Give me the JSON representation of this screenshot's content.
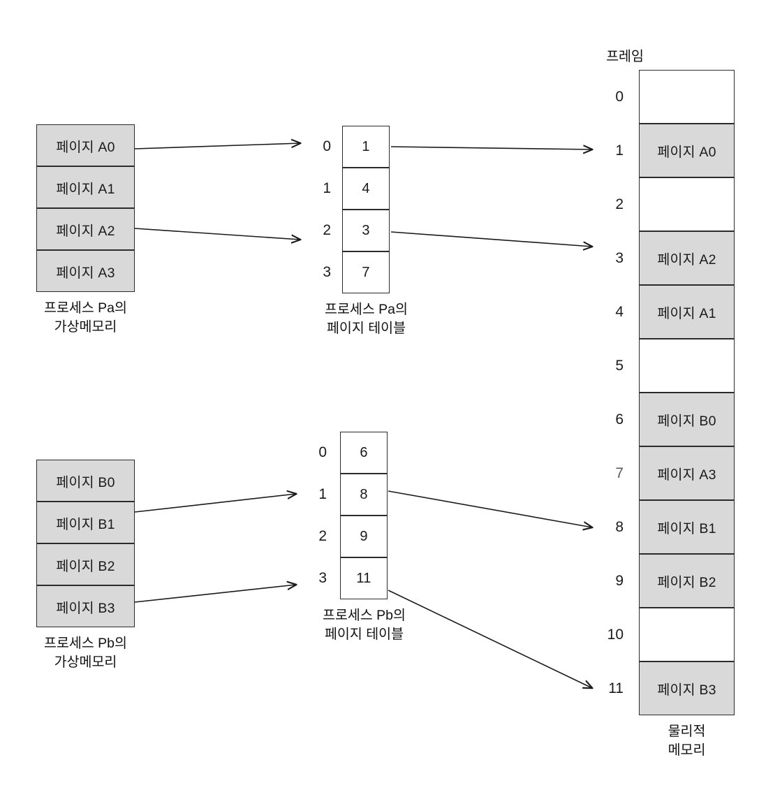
{
  "diagram": {
    "title_frame_header": "프레임",
    "physical_memory_caption": "물리적\n메모리",
    "processes": [
      {
        "id": "pa",
        "virtual_memory": {
          "caption": "프로세스 Pa의\n가상메모리",
          "pages": [
            "페이지 A0",
            "페이지 A1",
            "페이지 A2",
            "페이지 A3"
          ]
        },
        "page_table": {
          "caption": "프로세스 Pa의\n페이지 테이블",
          "indices": [
            "0",
            "1",
            "2",
            "3"
          ],
          "entries": [
            "1",
            "4",
            "3",
            "7"
          ]
        },
        "mappings": [
          {
            "from_page": "페이지 A0",
            "to_index": "0",
            "frame": "1"
          },
          {
            "from_page": "페이지 A2",
            "to_index": "2",
            "frame": "3"
          }
        ]
      },
      {
        "id": "pb",
        "virtual_memory": {
          "caption": "프로세스 Pb의\n가상메모리",
          "pages": [
            "페이지 B0",
            "페이지 B1",
            "페이지 B2",
            "페이지 B3"
          ]
        },
        "page_table": {
          "caption": "프로세스 Pb의\n페이지 테이블",
          "indices": [
            "0",
            "1",
            "2",
            "3"
          ],
          "entries": [
            "6",
            "8",
            "9",
            "11"
          ]
        },
        "mappings": [
          {
            "from_page": "페이지 B1",
            "to_index": "1",
            "frame": "8"
          },
          {
            "from_page": "페이지 B3",
            "to_index": "3",
            "frame": "11"
          }
        ]
      }
    ],
    "physical_memory": {
      "frames": [
        {
          "number": "0",
          "content": "",
          "occupied": false,
          "dim_number": false
        },
        {
          "number": "1",
          "content": "페이지 A0",
          "occupied": true,
          "dim_number": false
        },
        {
          "number": "2",
          "content": "",
          "occupied": false,
          "dim_number": false
        },
        {
          "number": "3",
          "content": "페이지 A2",
          "occupied": true,
          "dim_number": false
        },
        {
          "number": "4",
          "content": "페이지 A1",
          "occupied": true,
          "dim_number": false
        },
        {
          "number": "5",
          "content": "",
          "occupied": false,
          "dim_number": false
        },
        {
          "number": "6",
          "content": "페이지 B0",
          "occupied": true,
          "dim_number": false
        },
        {
          "number": "7",
          "content": "페이지 A3",
          "occupied": true,
          "dim_number": true
        },
        {
          "number": "8",
          "content": "페이지 B1",
          "occupied": true,
          "dim_number": false
        },
        {
          "number": "9",
          "content": "페이지 B2",
          "occupied": true,
          "dim_number": false
        },
        {
          "number": "10",
          "content": "",
          "occupied": false,
          "dim_number": false
        },
        {
          "number": "11",
          "content": "페이지 B3",
          "occupied": true,
          "dim_number": false
        }
      ]
    },
    "colors": {
      "occupied_fill": "#d9d9d9",
      "empty_fill": "#ffffff",
      "border": "#2b2b2b",
      "text": "#1a1a1a",
      "dim_text": "#5b5b5b",
      "arrow": "#1a1a1a"
    }
  }
}
